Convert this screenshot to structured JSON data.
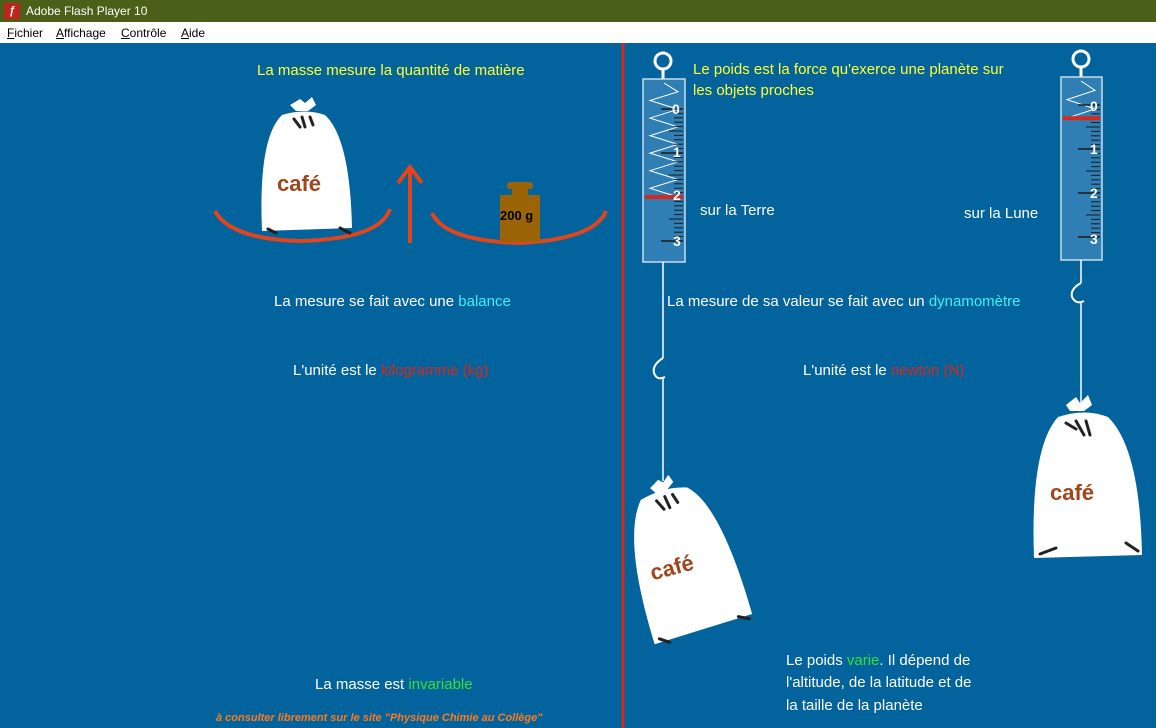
{
  "window": {
    "title": "Adobe Flash Player 10"
  },
  "menu": {
    "items": [
      "Fichier",
      "Affichage",
      "Contrôle",
      "Aide"
    ]
  },
  "left": {
    "heading": "La masse mesure la quantité de matière",
    "bag_label": "café",
    "weight_label": "200 g",
    "measure_prefix": "La mesure se fait avec une ",
    "measure_tool": "balance",
    "unit_prefix": "L'unité est le ",
    "unit_name": "kilogramme (kg)",
    "invariable_prefix": "La masse est ",
    "invariable_word": "invariable",
    "footer": "à consulter librement sur le site \"Physique Chimie au Collège\""
  },
  "right": {
    "heading_line1": "Le poids est la force qu'exerce une planète sur",
    "heading_line2": "les objets proches",
    "earth_label": "sur la Terre",
    "moon_label": "sur la Lune",
    "scale_ticks": [
      "0",
      "1",
      "2",
      "3"
    ],
    "earth_reading_N": 2,
    "moon_reading_N": 0.3,
    "measure_prefix": "La mesure de sa valeur se fait avec un ",
    "measure_tool": "dynamomètre",
    "unit_prefix": "L'unité est le ",
    "unit_name": "newton (N)",
    "varies_prefix": "Le poids ",
    "varies_word": "varie",
    "varies_suffix": ". Il dépend de",
    "varies_line2": "l'altitude, de la latitude et de",
    "varies_line3": "la taille de la planète",
    "bag_label": "café"
  },
  "colors": {
    "background": "#03639d",
    "accent_red": "#d8281c",
    "title_yellow": "#ffff33",
    "tool_cyan": "#3ff0f5",
    "ok_green": "#33e033"
  }
}
